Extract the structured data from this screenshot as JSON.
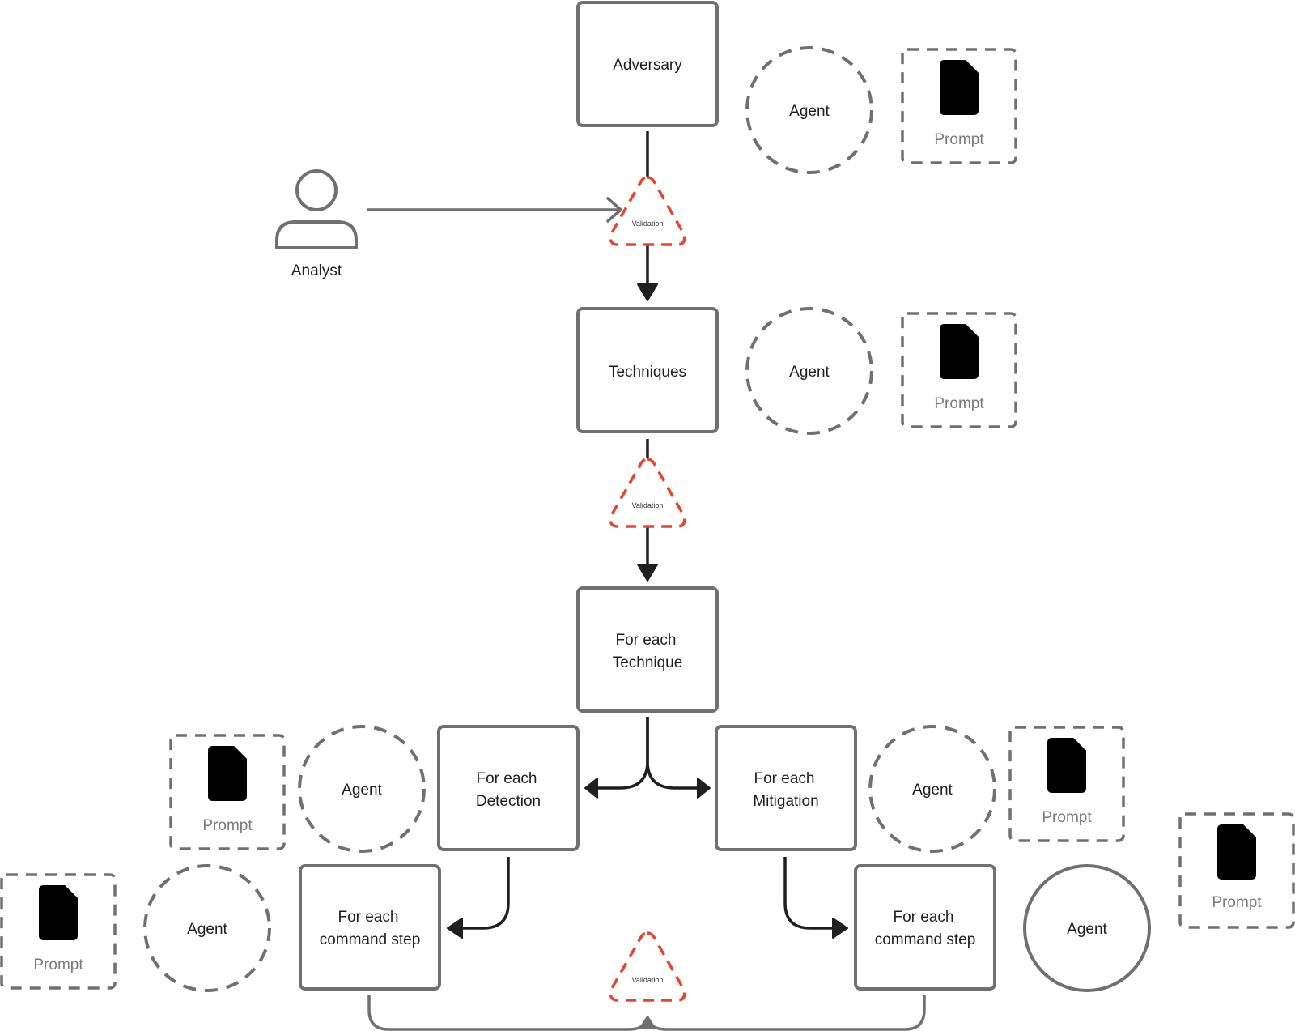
{
  "nodes": {
    "adversary": "Adversary",
    "techniques": "Techniques",
    "for_each_technique": [
      "For each",
      "Technique"
    ],
    "for_each_detection": [
      "For each",
      "Detection"
    ],
    "for_each_mitigation": [
      "For each",
      "Mitigation"
    ],
    "command_step_left": [
      "For each",
      "command step"
    ],
    "command_step_right": [
      "For each",
      "command step"
    ]
  },
  "actor": {
    "label": "Analyst",
    "icon": "person-icon"
  },
  "agent_label": "Agent",
  "prompt": {
    "label": "Prompt",
    "icon": "document-icon"
  },
  "validation_label": "Validation",
  "colors": {
    "stroke": "#707070",
    "arrow": "#1f1f1f",
    "validation": "#e8442a",
    "background": "#ffffff"
  }
}
